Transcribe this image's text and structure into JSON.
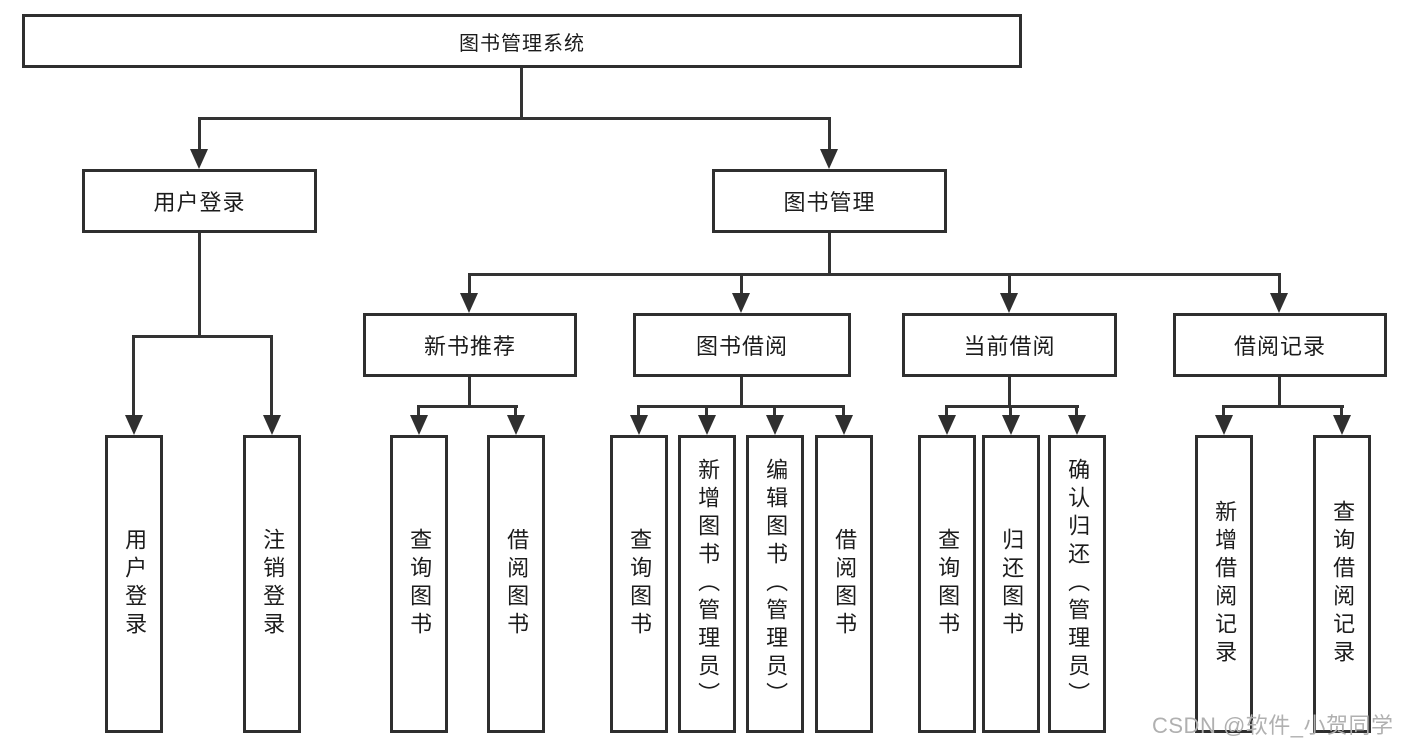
{
  "title": "图书管理系统",
  "tree": {
    "root": {
      "label": "图书管理系统"
    },
    "branches": [
      {
        "label": "用户登录",
        "children": [
          {
            "label": "用户登录"
          },
          {
            "label": "注销登录"
          }
        ]
      },
      {
        "label": "图书管理",
        "sections": [
          {
            "label": "新书推荐",
            "children": [
              {
                "label": "查询图书"
              },
              {
                "label": "借阅图书"
              }
            ]
          },
          {
            "label": "图书借阅",
            "children": [
              {
                "label": "查询图书"
              },
              {
                "label": "新增图书（管理员）"
              },
              {
                "label": "编辑图书（管理员）"
              },
              {
                "label": "借阅图书"
              }
            ]
          },
          {
            "label": "当前借阅",
            "children": [
              {
                "label": "查询图书"
              },
              {
                "label": "归还图书"
              },
              {
                "label": "确认归还（管理员）"
              }
            ]
          },
          {
            "label": "借阅记录",
            "children": [
              {
                "label": "新增借阅记录"
              },
              {
                "label": "查询借阅记录"
              }
            ]
          }
        ]
      }
    ]
  },
  "watermark": {
    "text": "CSDN @软件_小贺同学",
    "color": "#b0b0b0"
  },
  "colors": {
    "line": "#333333",
    "box_border": "#2f2f2f",
    "text": "#1c1c1c",
    "background": "#ffffff"
  }
}
